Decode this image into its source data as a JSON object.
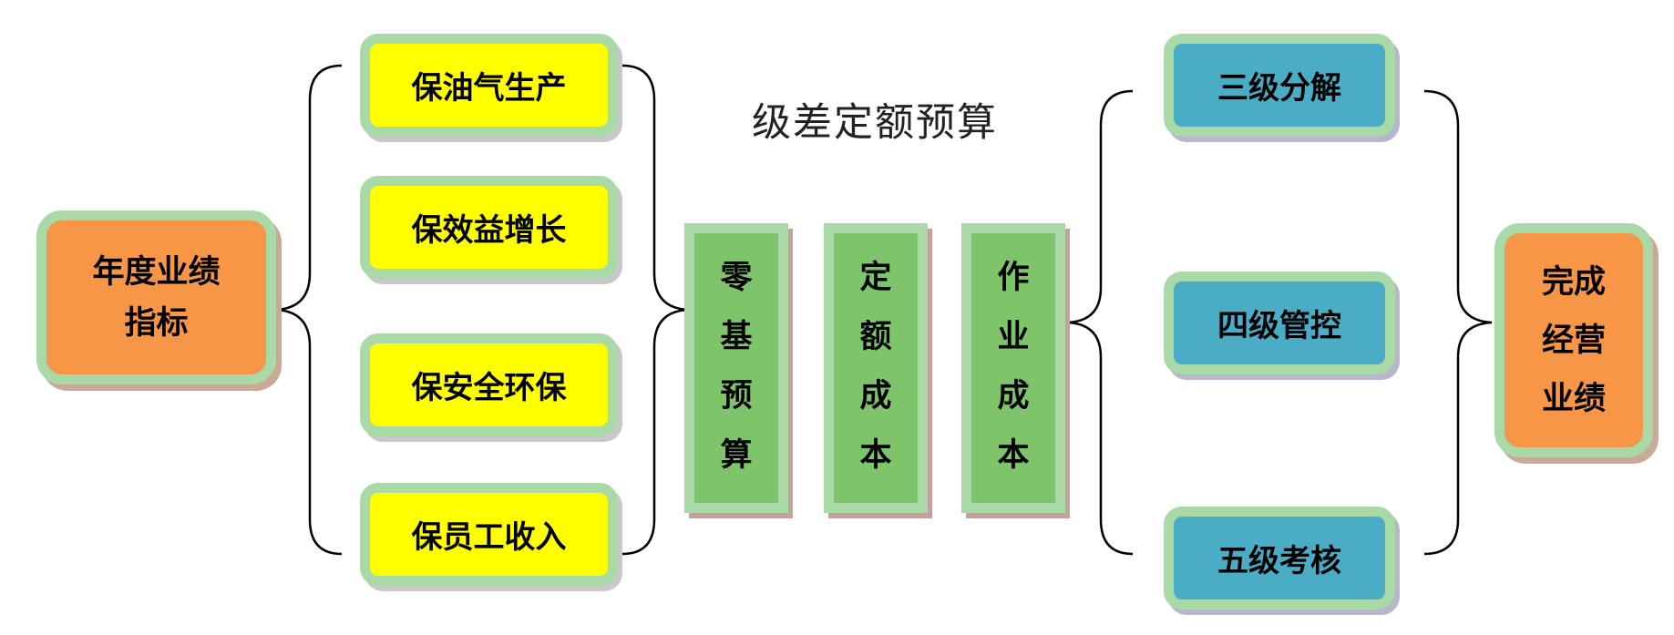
{
  "left_box": {
    "lines": [
      "年度业绩",
      "指标"
    ]
  },
  "guarantees": [
    "保油气生产",
    "保效益增长",
    "保安全环保",
    "保员工收入"
  ],
  "center_title": "级差定额预算",
  "columns": [
    {
      "chars": [
        "零",
        "基",
        "预",
        "算"
      ]
    },
    {
      "chars": [
        "定",
        "额",
        "成",
        "本"
      ]
    },
    {
      "chars": [
        "作",
        "业",
        "成",
        "本"
      ]
    }
  ],
  "levels": [
    "三级分解",
    "四级管控",
    "五级考核"
  ],
  "right_box": {
    "lines": [
      "完成",
      "经营",
      "业绩"
    ]
  },
  "colors": {
    "orange": "#f79646",
    "yellow": "#ffff00",
    "green": "#7dc46b",
    "blue": "#4bacc6",
    "border": "#a9d9a7"
  }
}
